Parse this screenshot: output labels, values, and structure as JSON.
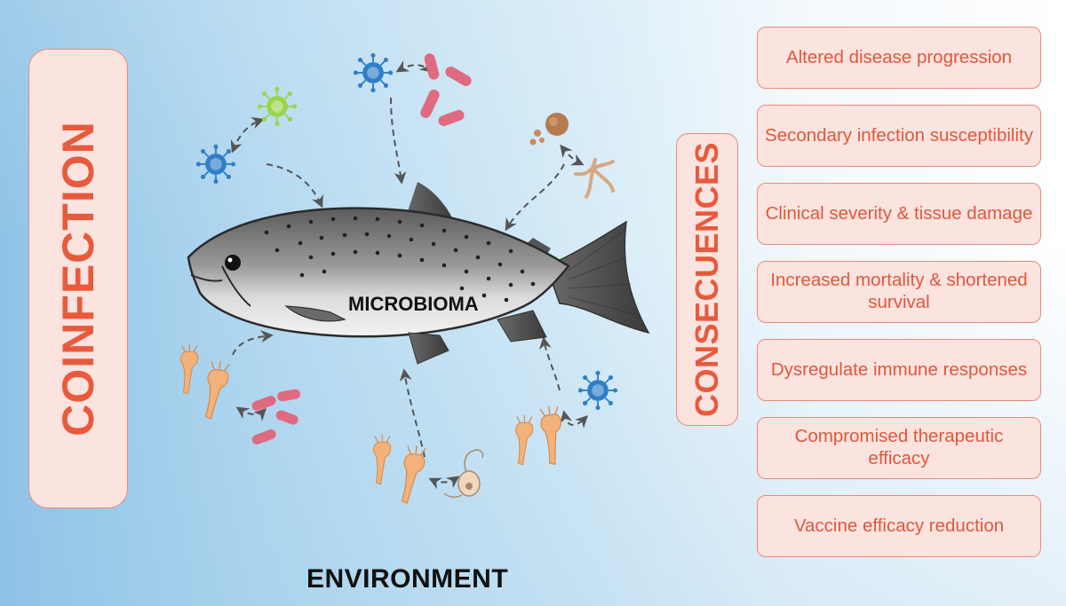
{
  "left_panel": {
    "title": "COINFECTION"
  },
  "center": {
    "fish_label": "MICROBIOMA",
    "bottom_label": "ENVIRONMENT"
  },
  "right_panel": {
    "title": "CONSECUENCES",
    "items": [
      "Altered disease progression",
      "Secondary infection susceptibility",
      "Clinical severity & tissue damage",
      "Increased mortality & shortened survival",
      "Dysregulate immune responses",
      "Compromised therapeutic efficacy",
      "Vaccine efficacy reduction"
    ]
  },
  "colors": {
    "accent": "#e85a3c",
    "box_fill": "#fbe3df",
    "box_border": "#e98a78",
    "virus_blue": "#2f7fc6",
    "virus_green": "#9bd44a",
    "bacteria_pink": "#e06a80",
    "parasite_orange": "#f2b27a"
  },
  "icons": [
    "virus-icon",
    "bacteria-icon",
    "parasite-icon",
    "fungus-icon",
    "amoeba-icon",
    "fish-illustration"
  ]
}
